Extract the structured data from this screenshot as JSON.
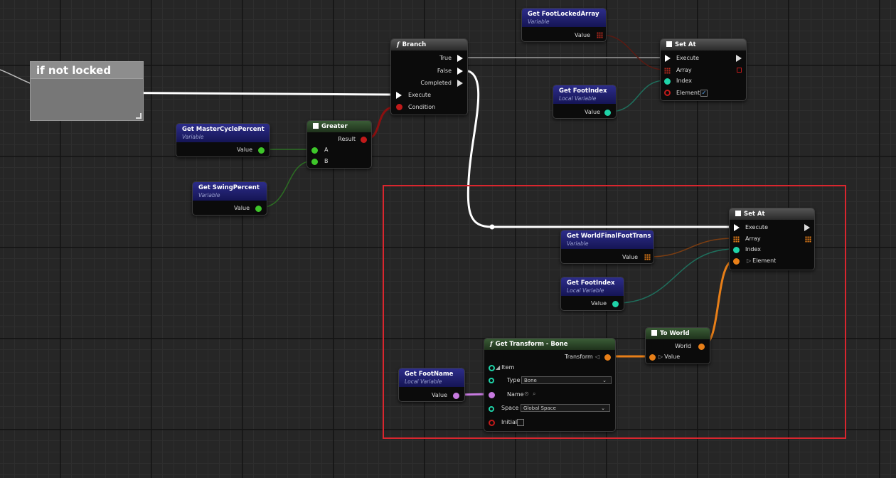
{
  "comment": {
    "title": "if not locked"
  },
  "nodes": {
    "branch": {
      "title": "Branch",
      "pins": {
        "true": "True",
        "false": "False",
        "completed": "Completed",
        "execute": "Execute",
        "condition": "Condition"
      }
    },
    "get_foot_locked_array": {
      "title": "Get FootLockedArray",
      "subtitle": "Variable",
      "pin": "Value"
    },
    "set_at_1": {
      "title": "Set At",
      "pins": {
        "execute": "Execute",
        "array": "Array",
        "index": "Index",
        "element": "Element"
      }
    },
    "get_foot_index_1": {
      "title": "Get FootIndex",
      "subtitle": "Local Variable",
      "pin": "Value"
    },
    "get_master_cycle_percent": {
      "title": "Get MasterCyclePercent",
      "subtitle": "Variable",
      "pin": "Value"
    },
    "greater": {
      "title": "Greater",
      "pins": {
        "result": "Result",
        "a": "A",
        "b": "B"
      }
    },
    "get_swing_percent": {
      "title": "Get SwingPercent",
      "subtitle": "Variable",
      "pin": "Value"
    },
    "set_at_2": {
      "title": "Set At",
      "pins": {
        "execute": "Execute",
        "array": "Array",
        "index": "Index",
        "element": "Element"
      }
    },
    "get_world_final_foot_trans": {
      "title": "Get WorldFinalFootTrans",
      "subtitle": "Variable",
      "pin": "Value"
    },
    "get_foot_index_2": {
      "title": "Get FootIndex",
      "subtitle": "Local Variable",
      "pin": "Value"
    },
    "to_world": {
      "title": "To World",
      "pins": {
        "world": "World",
        "value": "Value"
      }
    },
    "get_transform_bone": {
      "title": "Get Transform - Bone",
      "pins": {
        "transform": "Transform",
        "item": "Item",
        "type": "Type",
        "name": "Name",
        "space": "Space",
        "initial": "Initial"
      },
      "type_value": "Bone",
      "space_value": "Global Space"
    },
    "get_foot_name": {
      "title": "Get FootName",
      "subtitle": "Local Variable",
      "pin": "Value"
    }
  },
  "colors": {
    "exec": "#ffffff",
    "bool": "#c21a1a",
    "float": "#3ec62a",
    "int": "#1fd3a8",
    "name": "#c77ae0",
    "transform": "#e87f18",
    "selection": "#d9262e"
  },
  "icons": [
    "function-icon",
    "set-at-icon",
    "pure-node-icon",
    "checkmark-icon",
    "dropdown-arrow-icon",
    "reset-icon",
    "search-icon"
  ]
}
